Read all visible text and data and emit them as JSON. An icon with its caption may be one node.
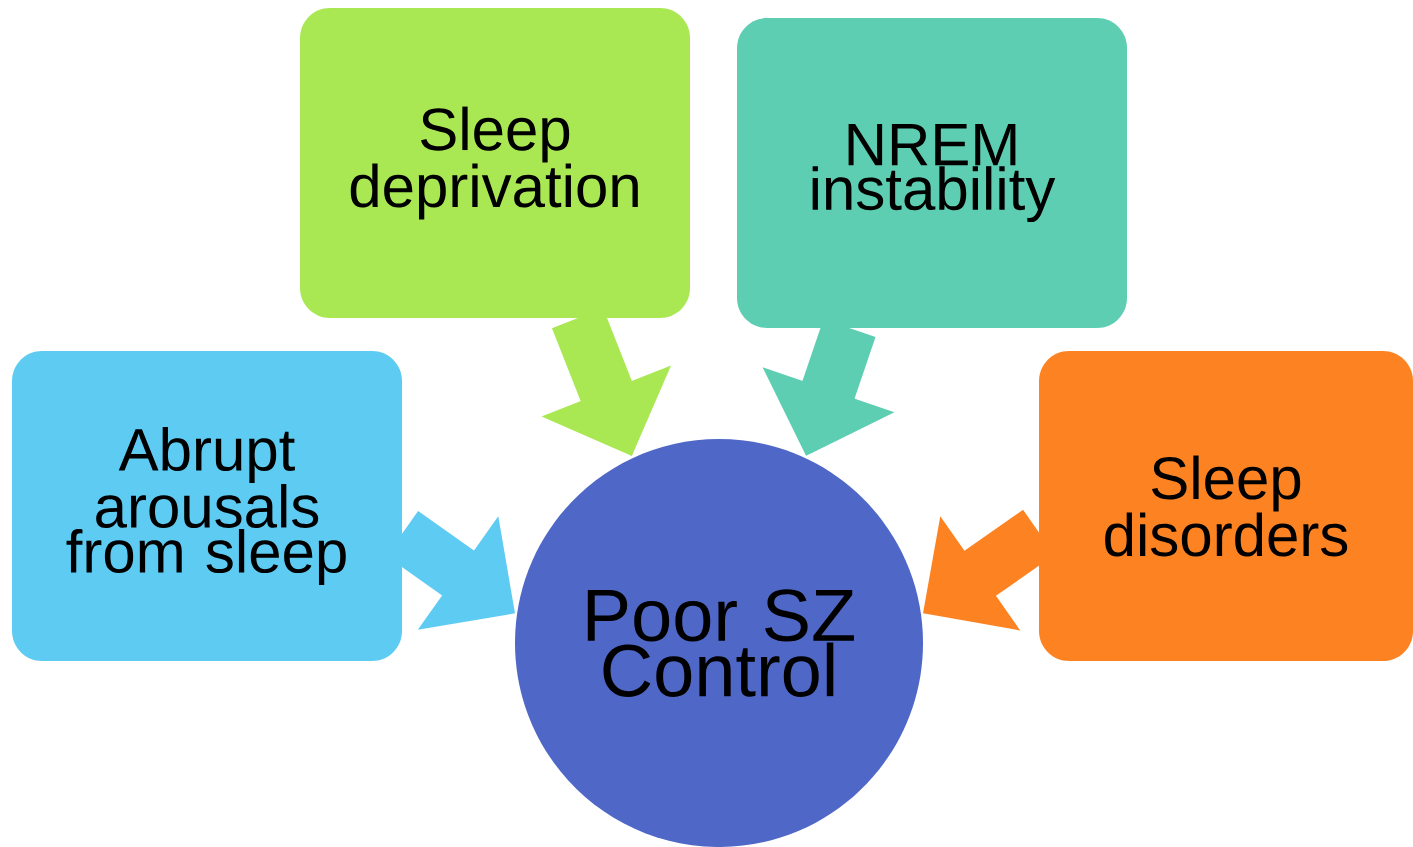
{
  "diagram": {
    "nodes": [
      {
        "text": [
          "Sleep deprivation"
        ]
      },
      {
        "text": [
          "NREM instability"
        ]
      },
      {
        "text": [
          "Abrupt arousals from sleep"
        ]
      },
      {
        "text": [
          "Sleep disorders"
        ]
      },
      {
        "text": [
          "Poor SZ Control"
        ]
      }
    ],
    "edges": [
      {
        "from": 0,
        "to": 4,
        "arrow": "to",
        "color": "#a9e853"
      },
      {
        "from": 1,
        "to": 4,
        "arrow": "to",
        "color": "#5dceb2"
      },
      {
        "from": 2,
        "to": 4,
        "arrow": "to",
        "color": "#5ecbf2"
      },
      {
        "from": 3,
        "to": 4,
        "arrow": "to",
        "color": "#fd8322"
      }
    ]
  }
}
